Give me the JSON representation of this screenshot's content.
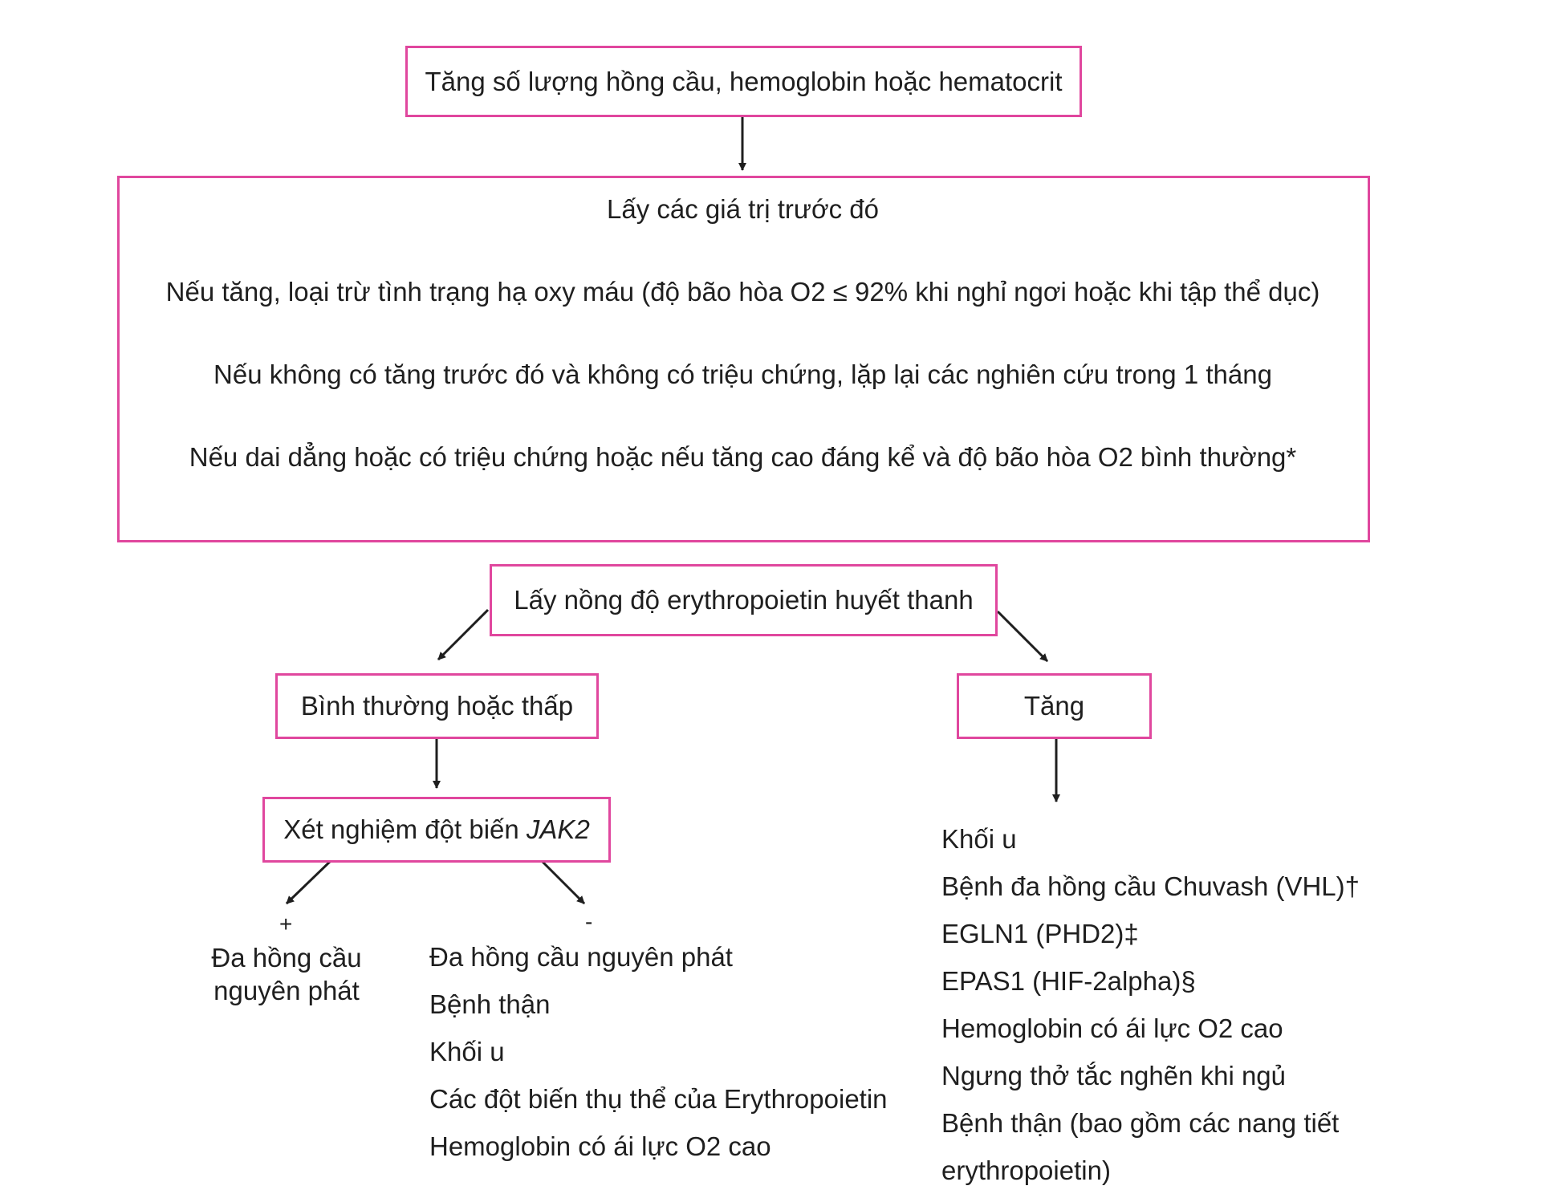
{
  "top_box": "Tăng số lượng hồng cầu, hemoglobin hoặc hematocrit",
  "steps": [
    "Lấy các giá trị trước đó",
    "Nếu tăng, loại trừ tình trạng hạ oxy máu (độ bão hòa O2 ≤ 92% khi nghỉ ngơi hoặc khi tập thể dục)",
    "Nếu không có tăng trước đó và không có triệu chứng, lặp lại các nghiên cứu trong 1 tháng",
    "Nếu dai dẳng hoặc có triệu chứng hoặc nếu tăng cao đáng kể và độ bão hòa O2 bình thường*"
  ],
  "epo_box": "Lấy nồng độ erythropoietin huyết thanh",
  "left_branch": {
    "label": "Bình thường hoặc thấp",
    "test_prefix": "Xét nghiệm đột biến ",
    "test_gene": "JAK2",
    "plus_sign": "+",
    "minus_sign": "-",
    "plus_result_line1": "Đa hồng cầu",
    "plus_result_line2": "nguyên phát",
    "minus_results": [
      "Đa hồng cầu nguyên phát",
      "Bệnh thận",
      "Khối u",
      "Các đột biến thụ thể của Erythropoietin",
      "Hemoglobin có ái lực O2 cao"
    ]
  },
  "right_branch": {
    "label": "Tăng",
    "results": [
      "Khối u",
      "Bệnh đa hồng cầu Chuvash (VHL)†",
      "EGLN1 (PHD2)‡",
      "EPAS1 (HIF-2alpha)§",
      "Hemoglobin có ái lực O2 cao",
      "Ngưng thở tắc nghẽn khi ngủ",
      "Bệnh thận (bao gồm các nang tiết",
      "erythropoietin)"
    ]
  },
  "colors": {
    "box_border": "#e0479e",
    "text": "#1f1f1f",
    "arrow": "#1f1f1f"
  }
}
